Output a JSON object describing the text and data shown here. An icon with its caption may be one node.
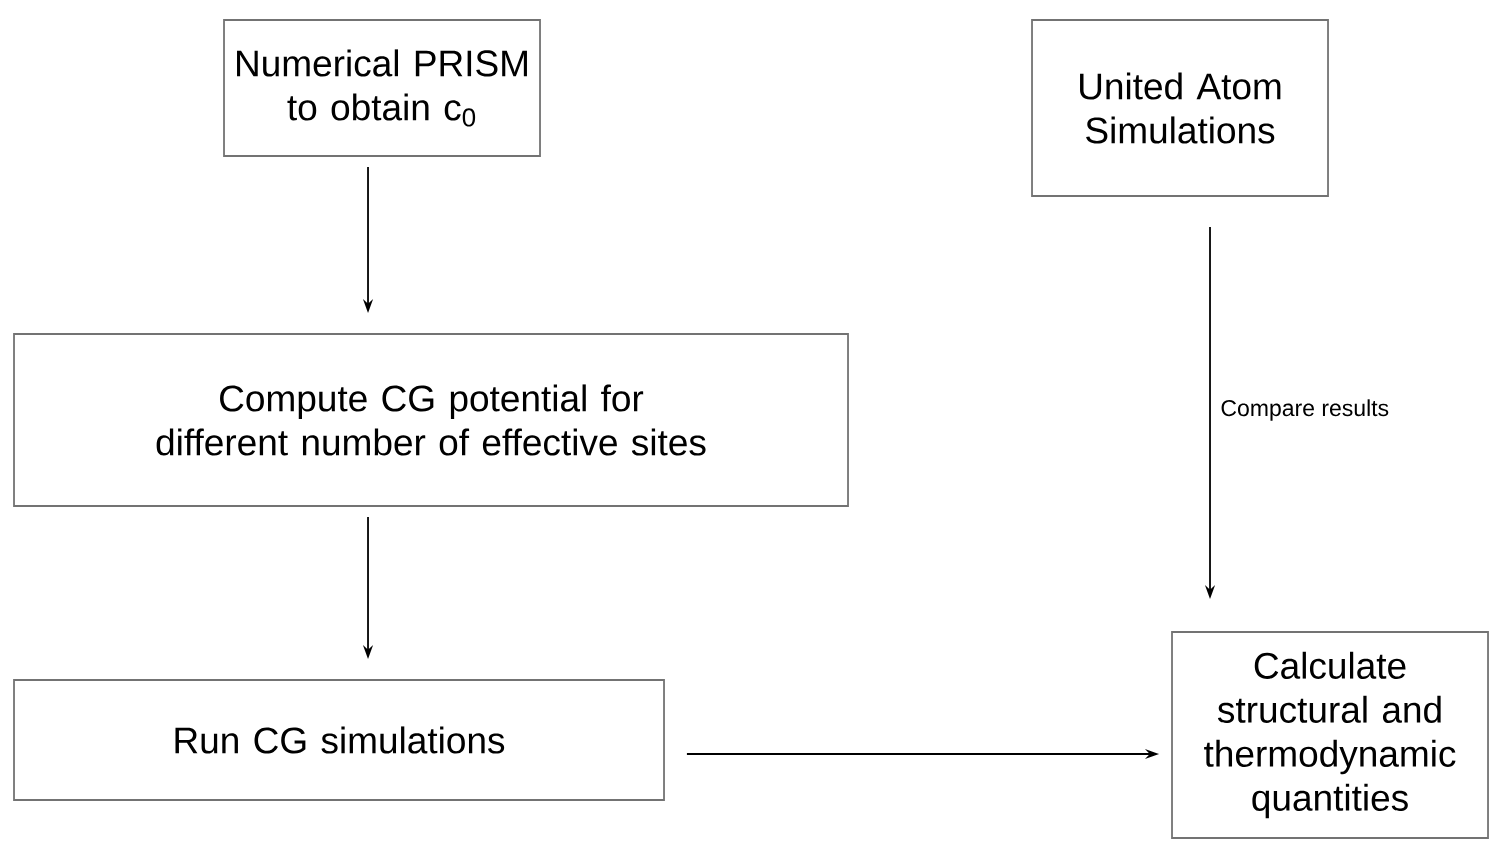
{
  "diagram": {
    "nodes": [
      {
        "text": [
          "Numerical PRISM to obtain c$_{0}$"
        ]
      },
      {
        "text": [
          "United Atom Simulations"
        ]
      },
      {
        "text": [
          "Compute CG potential for different number of effective sites"
        ]
      },
      {
        "text": [
          "Run CG simulations"
        ]
      },
      {
        "text": [
          "Calculate structural and thermodynamic quantities"
        ]
      }
    ],
    "edges": [
      {
        "from": 0,
        "to": 2,
        "arrow": "to"
      },
      {
        "from": 2,
        "to": 3,
        "arrow": "to"
      },
      {
        "from": 3,
        "to": 4,
        "arrow": "to"
      },
      {
        "from": 1,
        "to": 4,
        "arrow": "to",
        "label": "Compare results"
      }
    ]
  }
}
